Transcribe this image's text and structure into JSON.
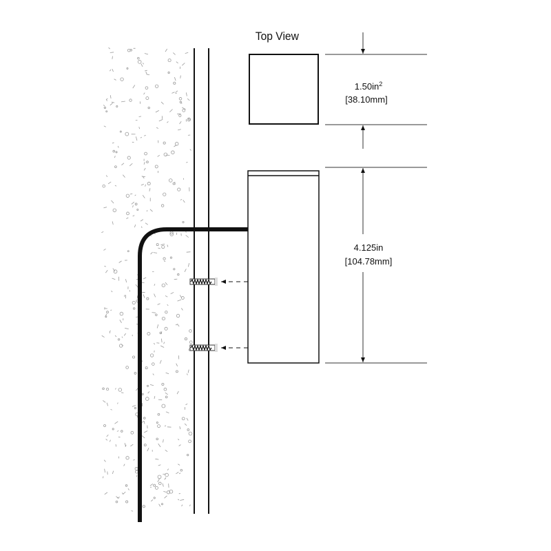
{
  "top_view": {
    "title": "Top View"
  },
  "width_dimension": {
    "imperial": "1.50in",
    "superscript": "2",
    "metric": "[38.10mm]"
  },
  "height_dimension": {
    "imperial": "4.125in",
    "metric": "[104.78mm]"
  },
  "colors": {
    "line": "#111111",
    "texture": "#9a9a9a"
  }
}
